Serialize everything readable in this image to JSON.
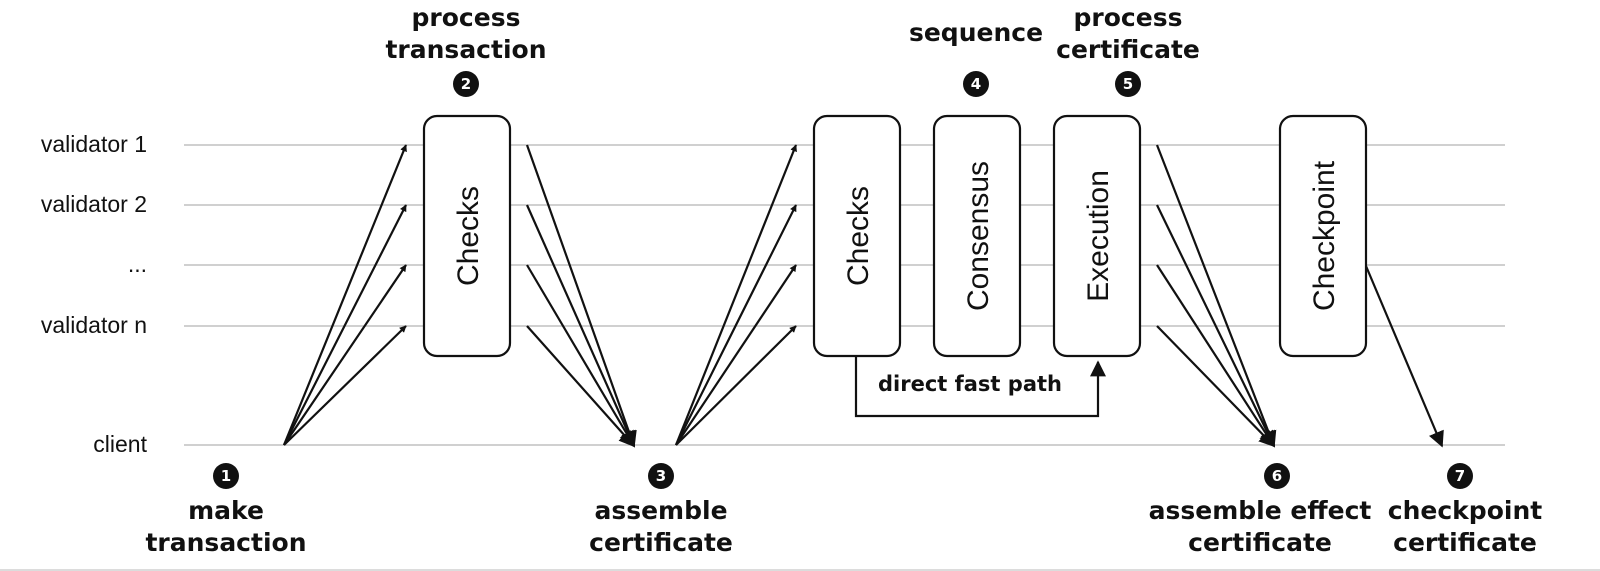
{
  "lanes": {
    "validator_1": "validator 1",
    "validator_2": "validator 2",
    "ellipsis": "...",
    "validator_n": "validator n",
    "client": "client"
  },
  "boxes": {
    "checks_1": "Checks",
    "checks_2": "Checks",
    "consensus": "Consensus",
    "execution": "Execution",
    "checkpoint": "Checkpoint"
  },
  "steps": [
    {
      "number": "1",
      "caption_line1": "make",
      "caption_line2": "transaction"
    },
    {
      "number": "2",
      "caption_line1": "process",
      "caption_line2": "transaction"
    },
    {
      "number": "3",
      "caption_line1": "assemble",
      "caption_line2": "certificate"
    },
    {
      "number": "4",
      "caption_line1": "sequence",
      "caption_line2": ""
    },
    {
      "number": "5",
      "caption_line1": "process",
      "caption_line2": "certificate"
    },
    {
      "number": "6",
      "caption_line1": "assemble effect",
      "caption_line2": "certificate"
    },
    {
      "number": "7",
      "caption_line1": "checkpoint",
      "caption_line2": "certificate"
    }
  ],
  "fast_path_label": "direct fast path"
}
